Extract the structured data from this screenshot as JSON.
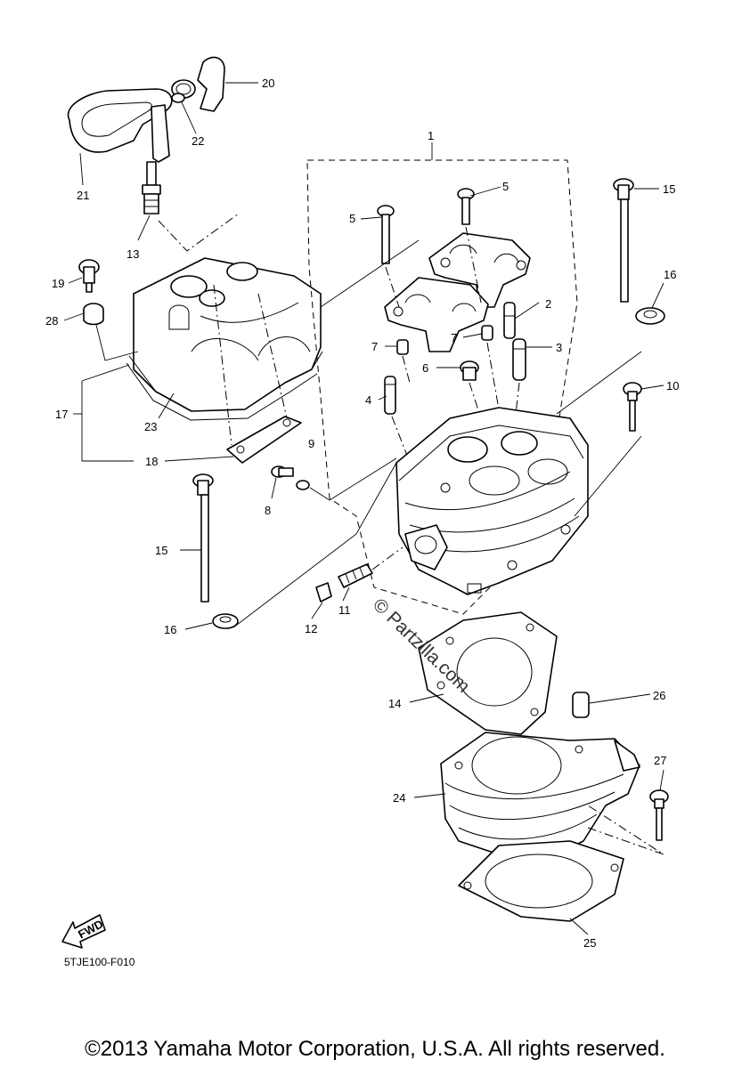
{
  "diagram": {
    "code": "5TJE100-F010",
    "copyright": "©2013 Yamaha Motor Corporation, U.S.A. All rights reserved.",
    "watermark": "© Partzilla.com",
    "fwd_label": "FWD",
    "callouts": [
      "1",
      "2",
      "3",
      "4",
      "5",
      "5",
      "6",
      "7",
      "7",
      "8",
      "9",
      "10",
      "11",
      "12",
      "13",
      "14",
      "15",
      "15",
      "16",
      "16",
      "17",
      "18",
      "19",
      "20",
      "21",
      "22",
      "23",
      "24",
      "25",
      "26",
      "27",
      "28"
    ]
  }
}
